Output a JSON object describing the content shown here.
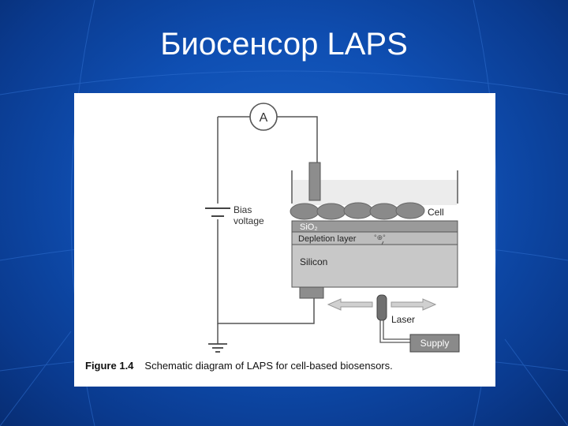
{
  "slide": {
    "title": "Биосенсор LAPS"
  },
  "diagram": {
    "ammeter_symbol": "A",
    "bias_label_line1": "Bias",
    "bias_label_line2": "voltage",
    "cell_label": "Cell",
    "sio2_label": "SiO₂",
    "depletion_label": "Depletion layer",
    "silicon_label": "Silicon",
    "laser_label": "Laser",
    "supply_label": "Supply"
  },
  "caption": {
    "figure_number": "Figure 1.4",
    "text": "Schematic diagram of LAPS for cell-based biosensors."
  },
  "colors": {
    "background": "#0f4fb3",
    "panel": "#ffffff",
    "silicon": "#c8c8c8",
    "oxide": "#9a9a9a",
    "cells": "#8a8a8a"
  }
}
